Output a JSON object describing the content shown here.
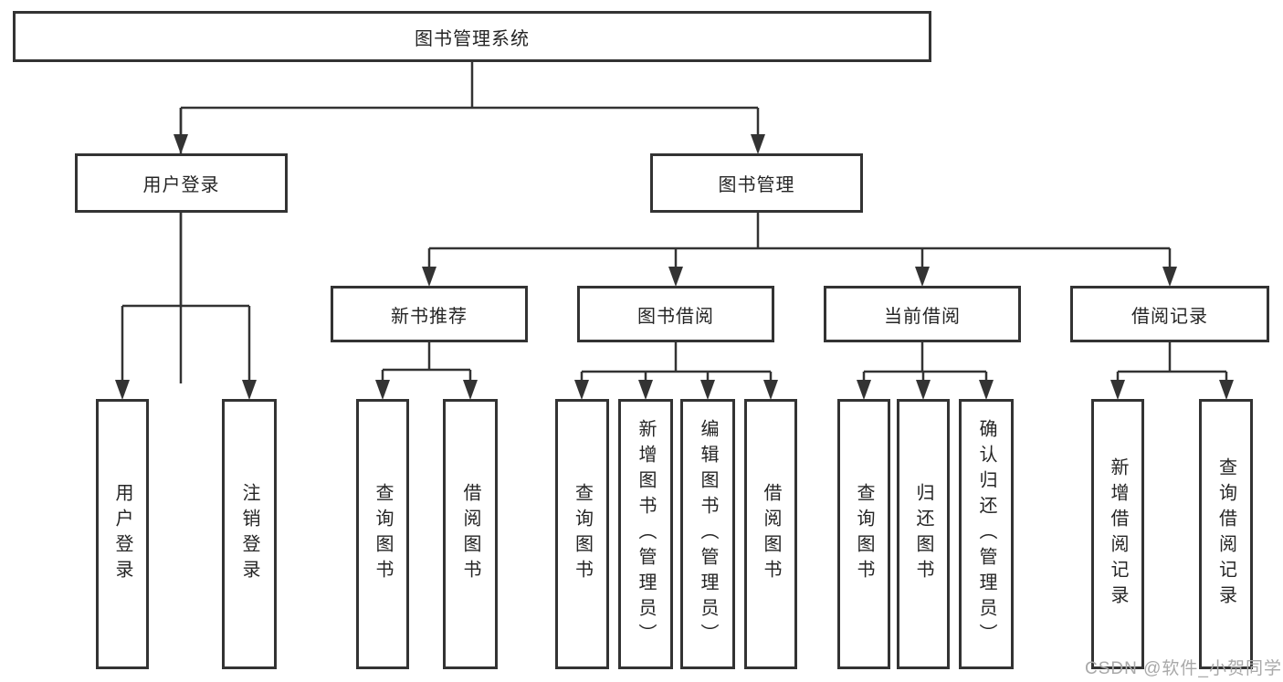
{
  "tree": {
    "label": "图书管理系统",
    "children": [
      {
        "label": "用户登录",
        "children": [
          {
            "label": "用户登录"
          },
          {
            "label": "注销登录"
          }
        ]
      },
      {
        "label": "图书管理",
        "children": [
          {
            "label": "新书推荐",
            "children": [
              {
                "label": "查询图书"
              },
              {
                "label": "借阅图书"
              }
            ]
          },
          {
            "label": "图书借阅",
            "children": [
              {
                "label": "查询图书"
              },
              {
                "label": "新增图书（管理员）"
              },
              {
                "label": "编辑图书（管理员）"
              },
              {
                "label": "借阅图书"
              }
            ]
          },
          {
            "label": "当前借阅",
            "children": [
              {
                "label": "查询图书"
              },
              {
                "label": "归还图书"
              },
              {
                "label": "确认归还（管理员）"
              }
            ]
          },
          {
            "label": "借阅记录",
            "children": [
              {
                "label": "新增借阅记录"
              },
              {
                "label": "查询借阅记录"
              }
            ]
          }
        ]
      }
    ]
  },
  "watermark": {
    "text": "CSDN @软件_小贺同学"
  },
  "colors": {
    "line": "#333333",
    "box_border": "#333333",
    "text": "#252525",
    "watermark": "#a9a9a9",
    "background": "#ffffff"
  }
}
